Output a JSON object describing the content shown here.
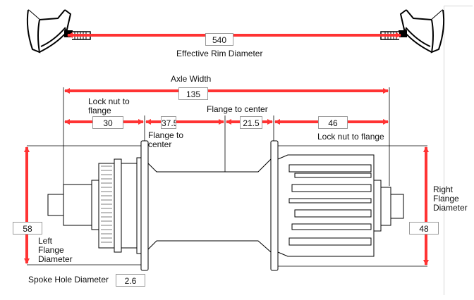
{
  "colors": {
    "arrow": "#ff3333",
    "line": "#000000",
    "box_border": "#9a9a9a"
  },
  "rim": {
    "value": "540",
    "label": "Effective Rim Diameter"
  },
  "axle": {
    "label": "Axle Width",
    "value": "135"
  },
  "left_locknut": {
    "label_line1": "Lock nut to",
    "label_line2": "flange",
    "value": "30"
  },
  "left_flange_center": {
    "value": "37.5",
    "label_line1": "Flange to",
    "label_line2": "center"
  },
  "right_flange_center": {
    "label": "Flange to center",
    "value": "21.5"
  },
  "right_locknut": {
    "value": "46",
    "label": "Lock nut to flange"
  },
  "left_flange": {
    "value": "58",
    "label_line1": "Left",
    "label_line2": "Flange",
    "label_line3": "Diameter"
  },
  "right_flange": {
    "value": "48",
    "label_line1": "Right",
    "label_line2": "Flange",
    "label_line3": "Diameter"
  },
  "spoke_hole": {
    "label": "Spoke Hole Diameter",
    "value": "2.6"
  }
}
